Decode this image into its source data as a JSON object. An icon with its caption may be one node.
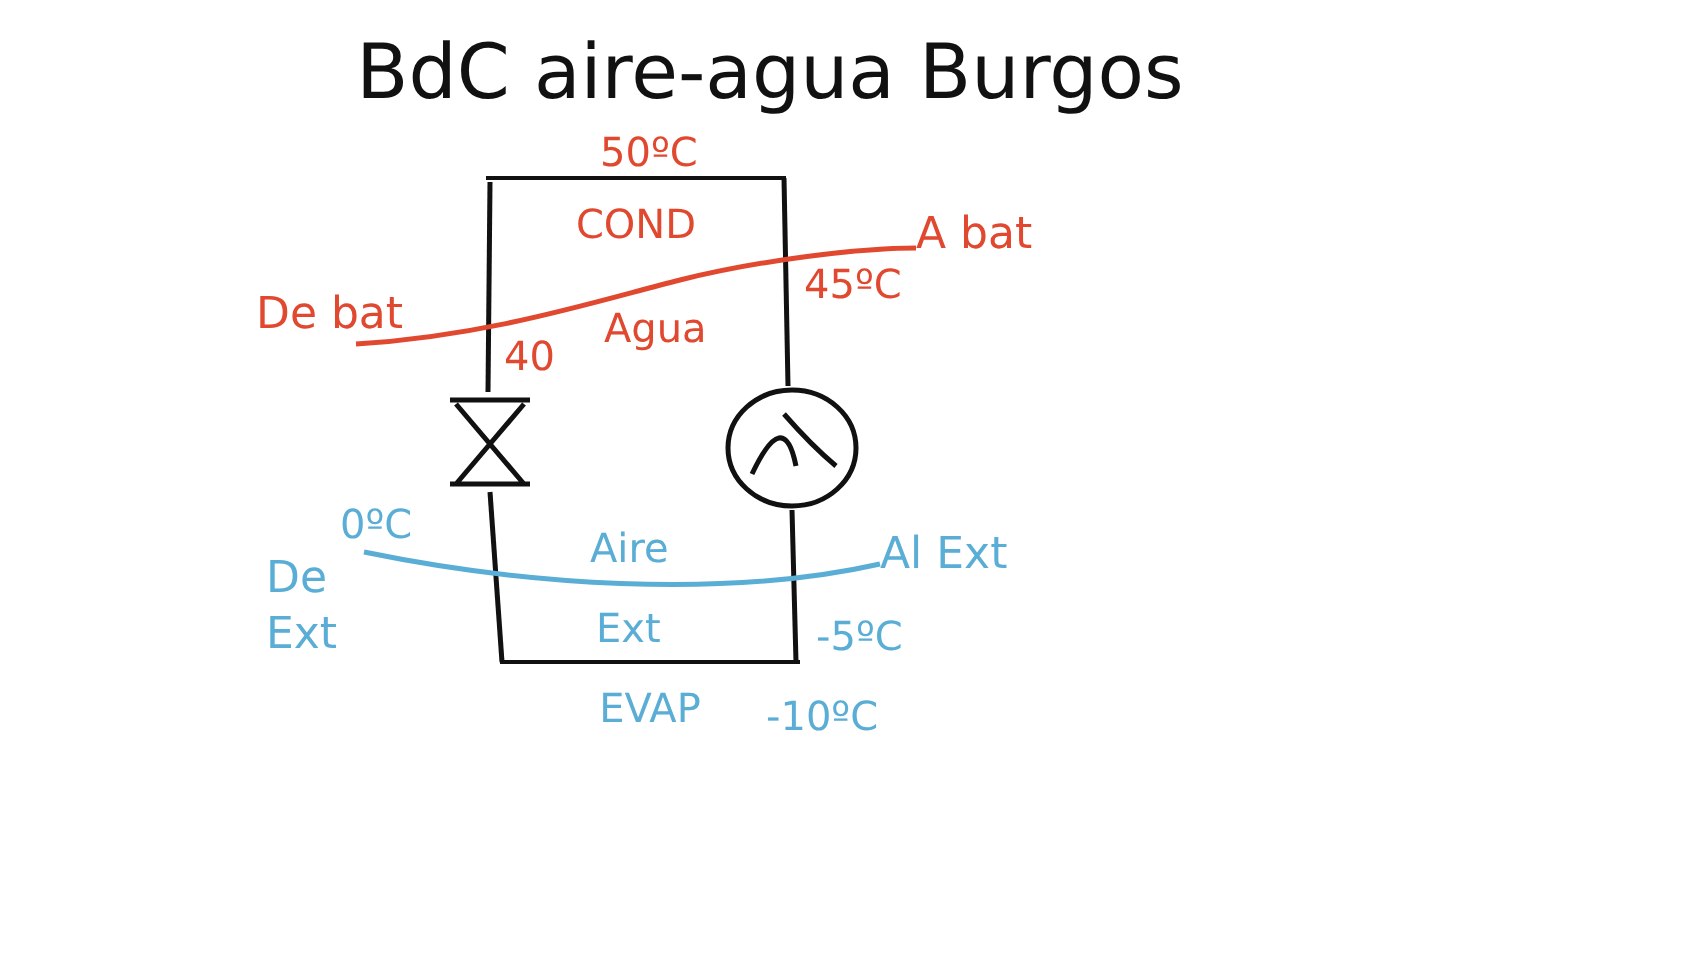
{
  "diagram": {
    "title": "BdC aire-agua Burgos",
    "nodes": [
      {
        "text": [
          "COND"
        ]
      },
      {
        "text": [],
        "shape": "valve"
      },
      {
        "text": [],
        "shape": "circle"
      },
      {
        "text": [
          "EVAP"
        ]
      },
      {
        "text": [
          "De bat"
        ]
      },
      {
        "text": [
          "A bat"
        ]
      },
      {
        "text": [
          "De Ext"
        ]
      },
      {
        "text": [
          "Al Ext"
        ]
      }
    ],
    "edges": [
      {
        "from": 0,
        "to": 1,
        "arrow": "none"
      },
      {
        "from": 1,
        "to": 3,
        "arrow": "none"
      },
      {
        "from": 3,
        "to": 2,
        "arrow": "none"
      },
      {
        "from": 2,
        "to": 0,
        "arrow": "none"
      },
      {
        "from": 4,
        "to": 5,
        "arrow": "none",
        "label": "Agua",
        "color": "#e0492f"
      },
      {
        "from": 6,
        "to": 7,
        "arrow": "none",
        "label": "Aire",
        "color": "#5aaed6"
      }
    ],
    "labels": [
      "50ºC",
      "40",
      "45ºC",
      "0ºC",
      "Ext",
      "-5ºC",
      "-10ºC"
    ]
  }
}
